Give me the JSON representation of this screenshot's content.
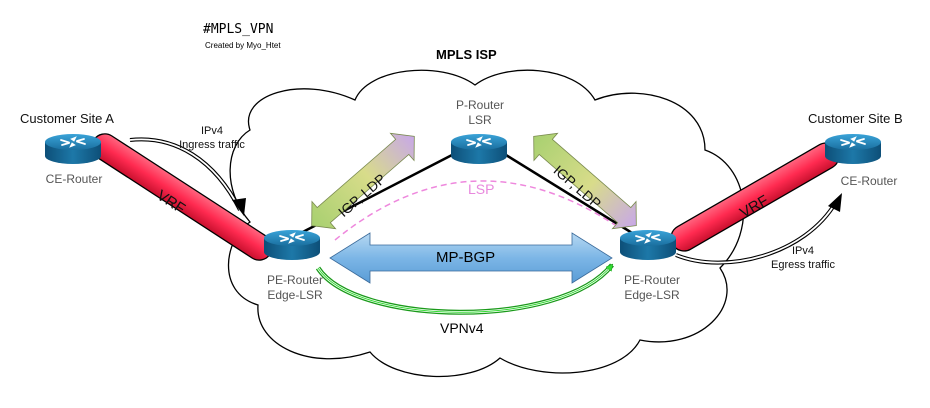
{
  "header": {
    "hashtag": "#MPLS_VPN",
    "credit": "Created by Myo_Htet"
  },
  "cloud": {
    "title": "MPLS ISP"
  },
  "sites": {
    "a": "Customer Site A",
    "b": "Customer Site B"
  },
  "routers": {
    "ce_a": {
      "line1": "CE-Router"
    },
    "ce_b": {
      "line1": "CE-Router"
    },
    "p": {
      "line1": "P-Router",
      "line2": "LSR"
    },
    "pe_left": {
      "line1": "PE-Router",
      "line2": "Edge-LSR"
    },
    "pe_right": {
      "line1": "PE-Router",
      "line2": "Edge-LSR"
    }
  },
  "traffic": {
    "ingress": {
      "line1": "IPv4",
      "line2": "Ingress traffic"
    },
    "egress": {
      "line1": "IPv4",
      "line2": "Egress traffic"
    }
  },
  "links": {
    "vrf_left": "VRF",
    "vrf_right": "VRF",
    "igp_left": "IGP, LDP",
    "igp_right": "IGP, LDP",
    "lsp": "LSP",
    "mpbgp": "MP-BGP",
    "vpnv4": "VPNv4"
  },
  "colors": {
    "router_body": "#1f7fb0",
    "vrf_tube": "#ff3355",
    "lsp_dash": "#ee88dd",
    "mpbgp_arrow": "#80b8e8",
    "vpnv4_line": "#33dd33",
    "igp_arrow": "#b8d878"
  }
}
